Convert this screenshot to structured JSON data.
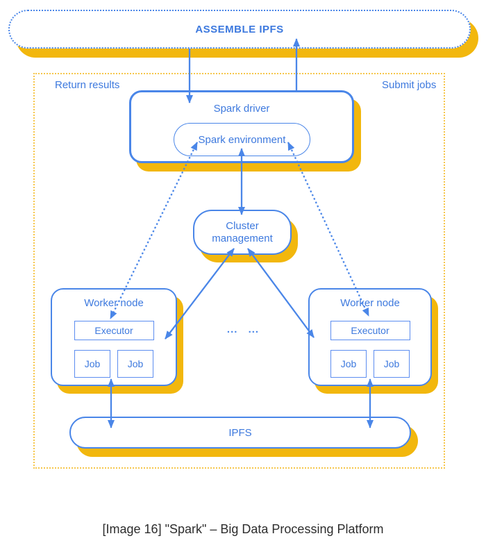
{
  "title_box": {
    "label": "ASSEMBLE IPFS"
  },
  "container": {
    "return_label": "Return results",
    "submit_label": "Submit jobs"
  },
  "spark_driver": {
    "title": "Spark driver",
    "environment": "Spark environment"
  },
  "cluster": {
    "label": "Cluster management"
  },
  "workers": [
    {
      "title": "Worker node",
      "executor": "Executor",
      "jobs": [
        "Job",
        "Job"
      ]
    },
    {
      "title": "Worker node",
      "executor": "Executor",
      "jobs": [
        "Job",
        "Job"
      ]
    }
  ],
  "ellipsis": "... ...",
  "ipfs": {
    "label": "IPFS"
  },
  "caption": "[Image 16] \"Spark\" – Big Data Processing Platform",
  "colors": {
    "arrow_blue": "#4a86e8",
    "text_blue": "#3d79de",
    "shadow_gold": "#f2b70d",
    "container_border_gold": "#f6c64a"
  }
}
